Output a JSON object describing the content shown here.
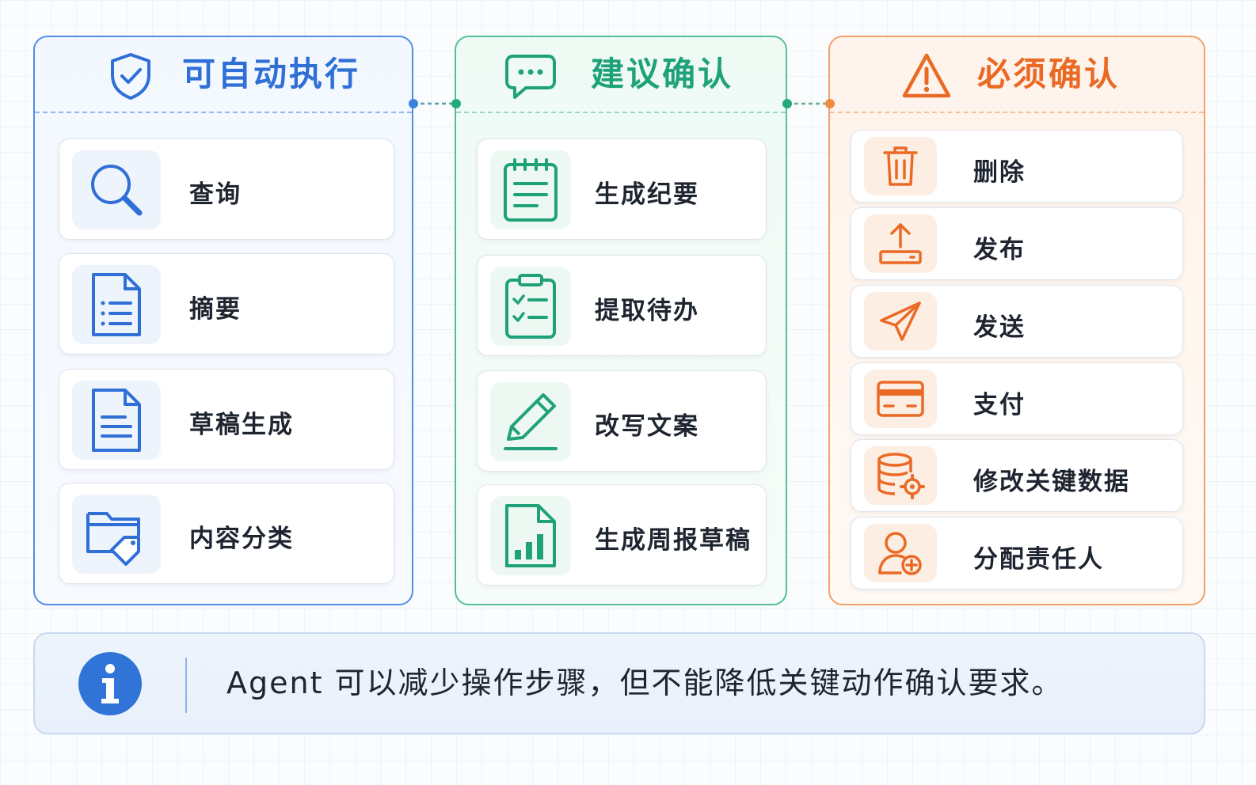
{
  "colors": {
    "auto": "#2f6fd6",
    "suggest": "#1fa27a",
    "required": "#ea6a25"
  },
  "columns": {
    "auto": {
      "title": "可自动执行",
      "icon": "shield-check-icon",
      "items": [
        {
          "label": "查询",
          "icon": "search-icon"
        },
        {
          "label": "摘要",
          "icon": "summary-list-icon"
        },
        {
          "label": "草稿生成",
          "icon": "draft-document-icon"
        },
        {
          "label": "内容分类",
          "icon": "folder-tag-icon"
        }
      ]
    },
    "suggest": {
      "title": "建议确认",
      "icon": "chat-bubble-icon",
      "items": [
        {
          "label": "生成纪要",
          "icon": "notepad-icon"
        },
        {
          "label": "提取待办",
          "icon": "clipboard-check-icon"
        },
        {
          "label": "改写文案",
          "icon": "pencil-icon"
        },
        {
          "label": "生成周报草稿",
          "icon": "report-chart-icon"
        }
      ]
    },
    "required": {
      "title": "必须确认",
      "icon": "warning-triangle-icon",
      "items": [
        {
          "label": "删除",
          "icon": "trash-icon"
        },
        {
          "label": "发布",
          "icon": "upload-icon"
        },
        {
          "label": "发送",
          "icon": "send-plane-icon"
        },
        {
          "label": "支付",
          "icon": "credit-card-icon"
        },
        {
          "label": "修改关键数据",
          "icon": "database-gear-icon"
        },
        {
          "label": "分配责任人",
          "icon": "user-add-icon"
        }
      ]
    }
  },
  "note": {
    "icon": "info-icon",
    "text": "Agent 可以减少操作步骤，但不能降低关键动作确认要求。"
  }
}
